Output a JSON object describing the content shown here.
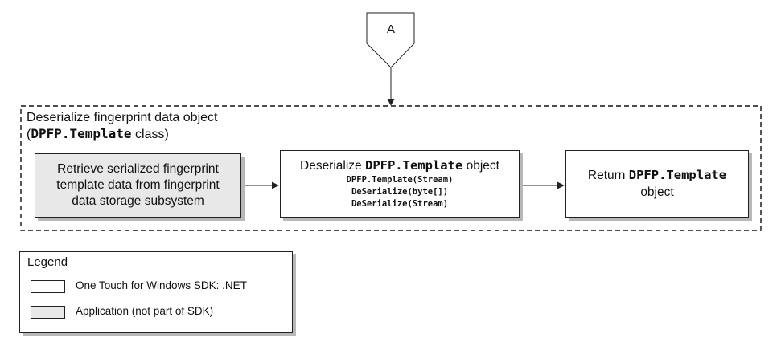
{
  "connector": {
    "label": "A"
  },
  "group": {
    "title_line1": "Deserialize fingerprint data object",
    "title_line2_open": "(",
    "title_line2_code": "DPFP.Template",
    "title_line2_rest": " class)"
  },
  "steps": {
    "retrieve": {
      "lines": [
        "Retrieve serialized fingerprint",
        "template data from fingerprint",
        "data storage subsystem"
      ]
    },
    "deserialize": {
      "head_prefix": "Deserialize ",
      "head_code": "DPFP.Template",
      "head_suffix": " object",
      "methods": [
        "DPFP.Template(Stream)",
        "DeSerialize(byte[])",
        "DeSerialize(Stream)"
      ]
    },
    "return": {
      "prefix": "Return ",
      "code": "DPFP.Template",
      "line2": "object"
    }
  },
  "legend": {
    "title": "Legend",
    "items": [
      {
        "label": "One Touch for Windows SDK: .NET",
        "color": "#ffffff"
      },
      {
        "label": "Application (not part of SDK)",
        "color": "#e8e8e8"
      }
    ]
  },
  "colors": {
    "app_fill": "#e8e8e8",
    "sdk_fill": "#ffffff",
    "shadow": "#b8b8b8",
    "stroke": "#222222"
  }
}
